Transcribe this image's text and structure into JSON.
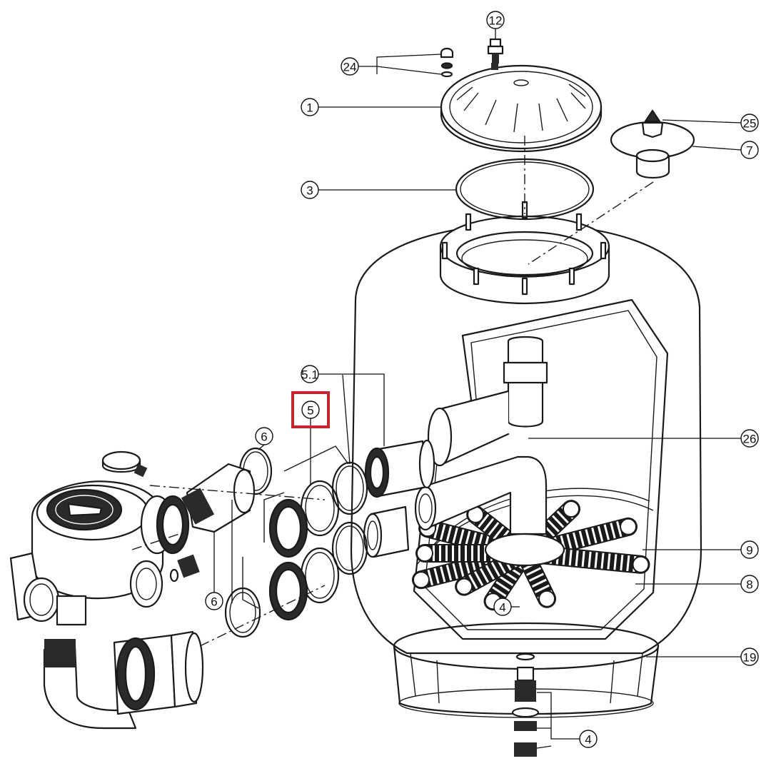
{
  "diagram": {
    "callouts": [
      {
        "id": "c-12",
        "label": "12"
      },
      {
        "id": "c-24",
        "label": "24"
      },
      {
        "id": "c-1",
        "label": "1"
      },
      {
        "id": "c-25",
        "label": "25"
      },
      {
        "id": "c-7",
        "label": "7"
      },
      {
        "id": "c-3",
        "label": "3"
      },
      {
        "id": "c-51",
        "label": "5.1"
      },
      {
        "id": "c-5",
        "label": "5"
      },
      {
        "id": "c-6a",
        "label": "6"
      },
      {
        "id": "c-26",
        "label": "26"
      },
      {
        "id": "c-9",
        "label": "9"
      },
      {
        "id": "c-8",
        "label": "8"
      },
      {
        "id": "c-6b",
        "label": "6"
      },
      {
        "id": "c-4a",
        "label": "4"
      },
      {
        "id": "c-19",
        "label": "19"
      },
      {
        "id": "c-4b",
        "label": "4"
      }
    ],
    "highlight": {
      "callout": "5",
      "color": "#c0282d"
    }
  }
}
